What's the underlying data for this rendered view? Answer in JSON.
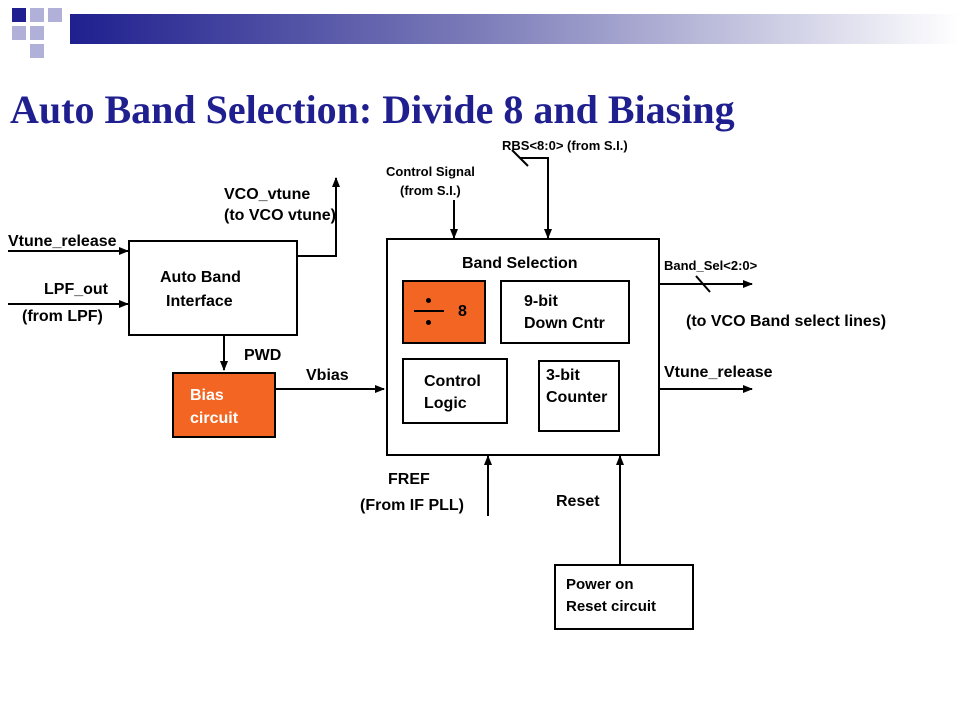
{
  "slide": {
    "title": "Auto Band Selection: Divide 8 and Biasing",
    "colors": {
      "title": "#1f1f8f",
      "orange_blocks": "#f26522",
      "deco_navy": "#1f1f8f",
      "deco_light": "#b0b0d8"
    }
  },
  "diagram": {
    "inputs": {
      "vtune_release_in": "Vtune_release",
      "lpf_out": "LPF_out",
      "from_lpf": "(from LPF)"
    },
    "outputs": {
      "vco_vtune": "VCO_vtune",
      "to_vco_vtune": "(to VCO vtune)",
      "band_sel": "Band_Sel<2:0>",
      "to_vco_band": "(to VCO Band select lines)",
      "vtune_release_out": "Vtune_release"
    },
    "signals": {
      "pwd": "PWD",
      "vbias": "Vbias",
      "rbs": "RBS<8:0> (from S.I.)",
      "control_signal": "Control Signal",
      "control_signal_src": "(from S.I.)",
      "fref": "FREF",
      "fref_src": "(From IF PLL)",
      "reset": "Reset"
    },
    "blocks": {
      "auto_band_line1": "Auto Band",
      "auto_band_line2": "Interface",
      "bias_line1": "Bias",
      "bias_line2": "circuit",
      "band_selection": "Band Selection",
      "divider_value": "8",
      "down_cntr_line1": "9-bit",
      "down_cntr_line2": "Down Cntr",
      "control_logic_line1": "Control",
      "control_logic_line2": "Logic",
      "counter_line1": "3-bit",
      "counter_line2": "Counter",
      "por_line1": "Power on",
      "por_line2": "Reset circuit"
    }
  }
}
